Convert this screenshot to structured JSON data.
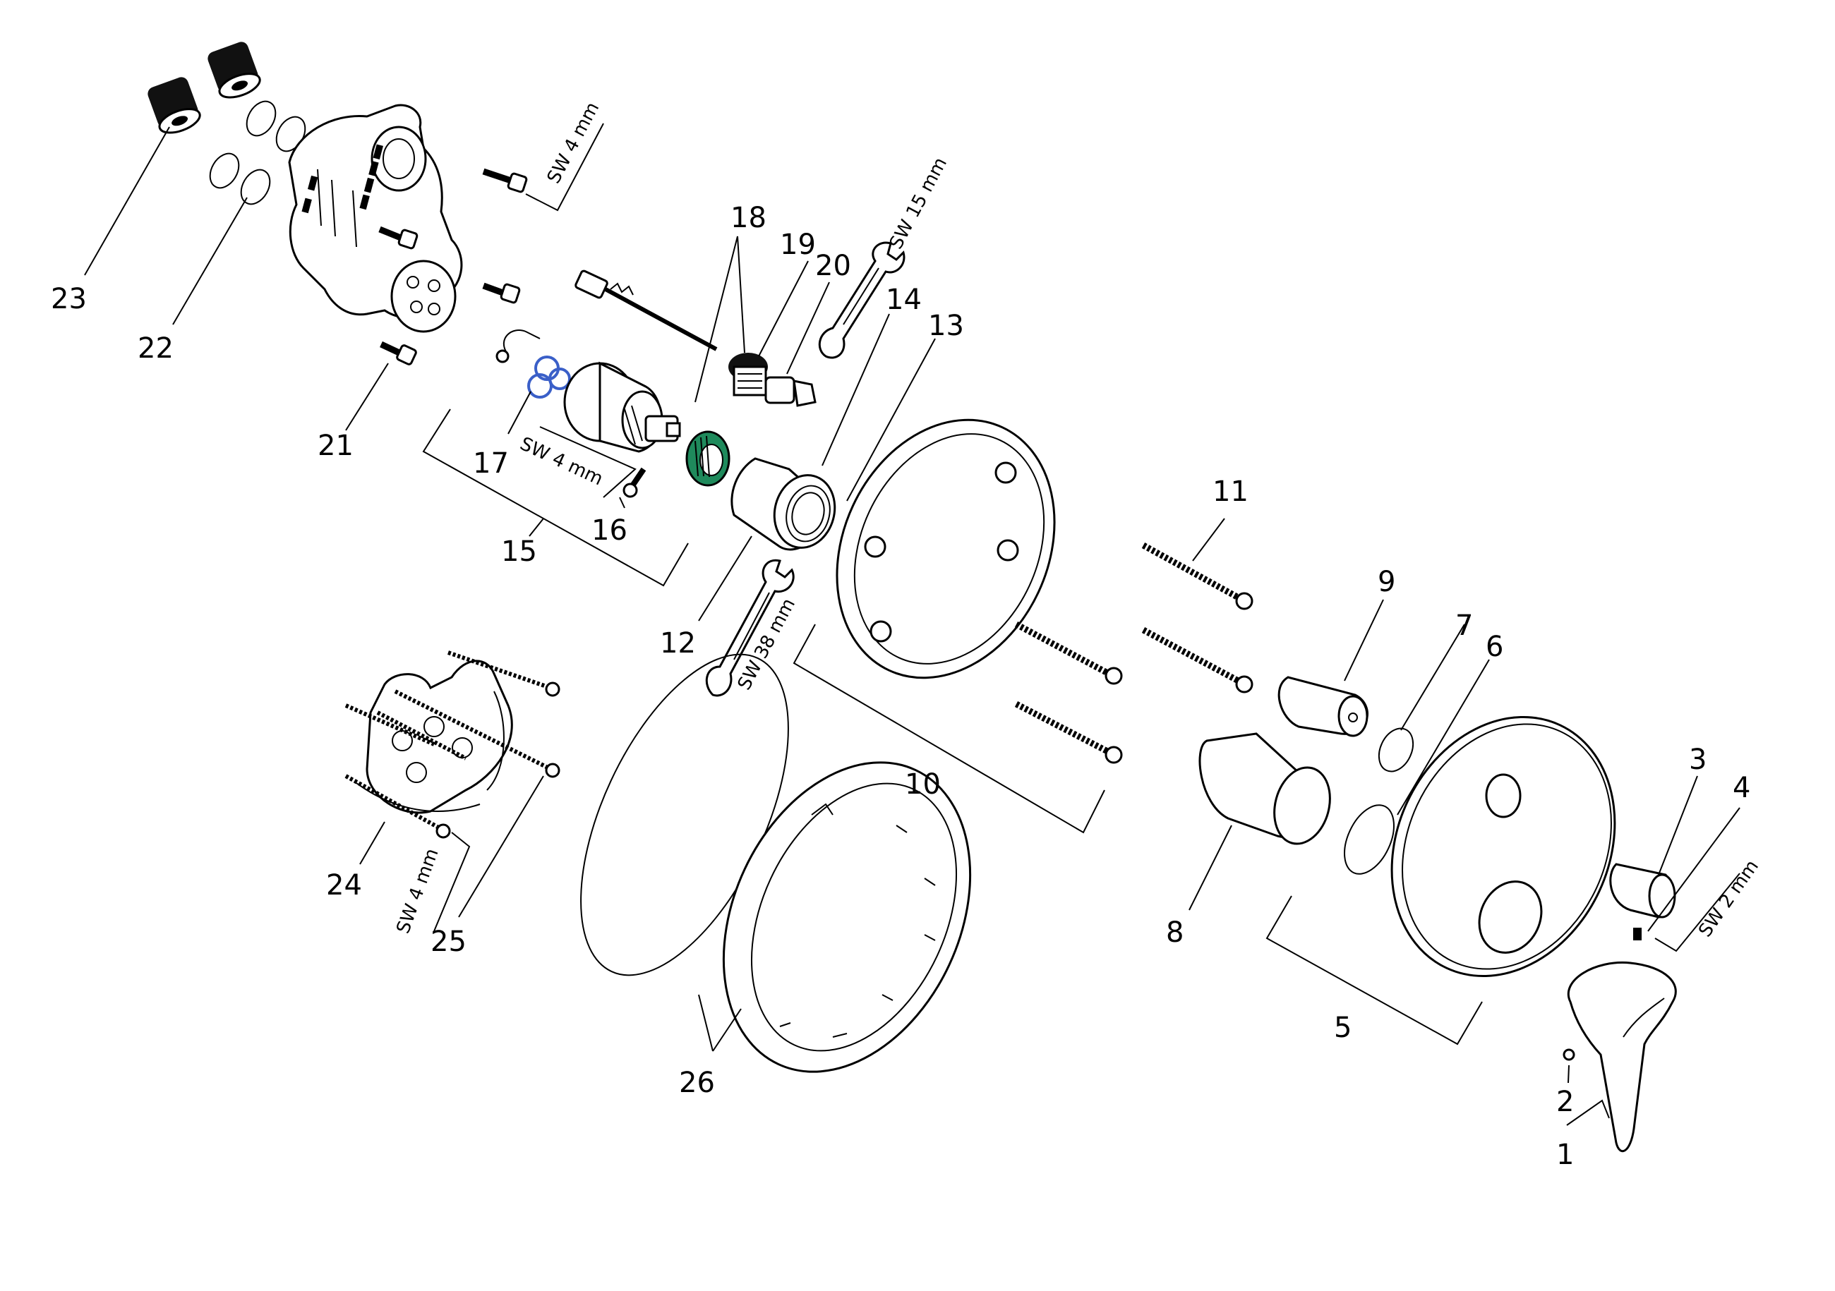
{
  "labels": {
    "p1": "1",
    "p2": "2",
    "p3": "3",
    "p4": "4",
    "p5": "5",
    "p6": "6",
    "p7": "7",
    "p8": "8",
    "p9": "9",
    "p10": "10",
    "p11": "11",
    "p12": "12",
    "p13": "13",
    "p14": "14",
    "p15": "15",
    "p16": "16",
    "p17": "17",
    "p18": "18",
    "p19": "19",
    "p20": "20",
    "p21": "21",
    "p22": "22",
    "p23": "23",
    "p24": "24",
    "p25": "25",
    "p26": "26"
  },
  "tools": {
    "hex_key_top": "SW 4 mm",
    "hex_key_mid": "SW 4 mm",
    "hex_key_bottom": "SW 4 mm",
    "hex_key_small": "SW 2 mm",
    "wrench_15": "SW 15 mm",
    "wrench_38": "SW 38 mm"
  },
  "colors": {
    "line": "#000000",
    "green_ring": "#1f8a5c",
    "blue_oring": "#3a5fc8"
  }
}
